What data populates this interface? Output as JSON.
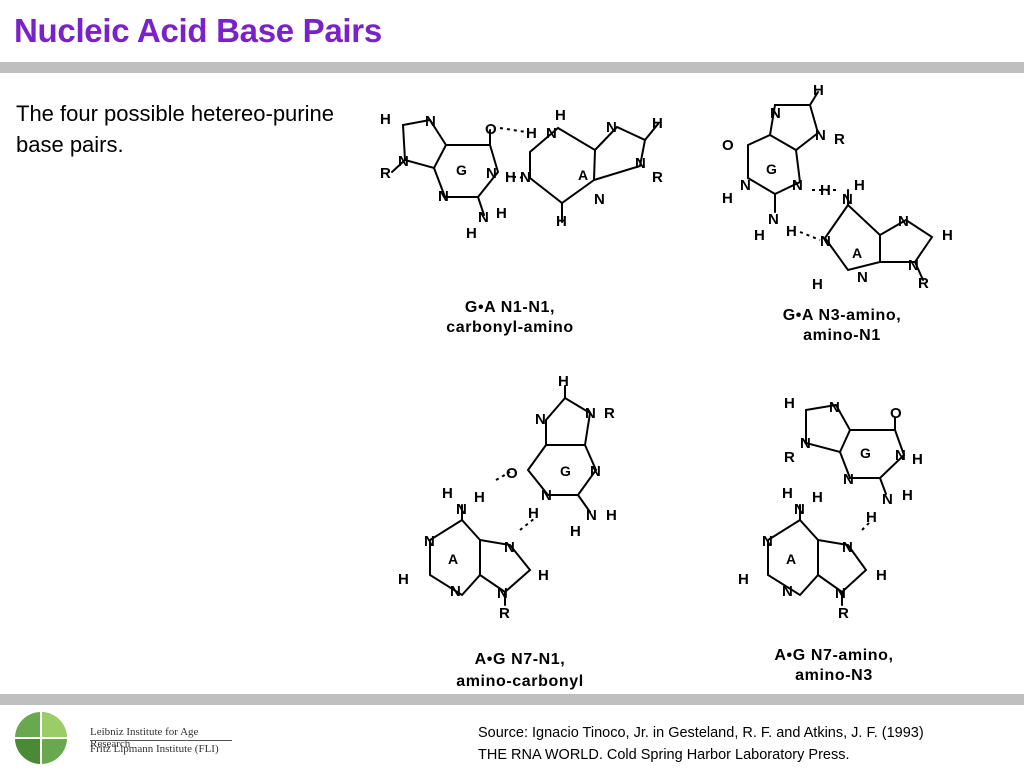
{
  "slide": {
    "title": "Nucleic Acid Base Pairs",
    "subtitle": "The four possible hetereo-purine base pairs.",
    "source_line1": "Source: Ignacio Tinoco, Jr. in Gesteland, R. F. and Atkins, J. F. (1993)",
    "source_line2": "THE RNA WORLD. Cold Spring Harbor Laboratory Press."
  },
  "logo": {
    "line1": "Leibniz Institute for Age Research",
    "line2": "Fritz Lipmann Institute (FLI)"
  },
  "pairs": [
    {
      "caption1": "G•A  N1-N1,",
      "caption2": "carbonyl-amino"
    },
    {
      "caption1": "G•A  N3-amino,",
      "caption2": "amino-N1"
    },
    {
      "caption1": "A•G  N7-N1,",
      "caption2": "amino-carbonyl"
    },
    {
      "caption1": "A•G  N7-amino,",
      "caption2": "amino-N3"
    }
  ],
  "atoms": {
    "H": "H",
    "N": "N",
    "O": "O",
    "R": "R",
    "G": "G",
    "A": "A"
  },
  "colors": {
    "title": "#7a22c9",
    "rule": "#bfbfbf"
  }
}
